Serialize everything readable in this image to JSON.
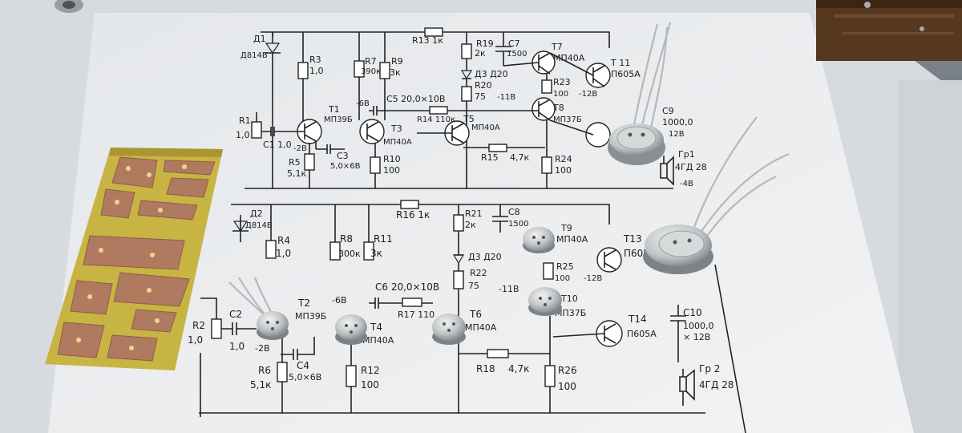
{
  "photo": {
    "description_colors": {
      "desk": "#6f757c",
      "paper": "#eceef0",
      "pcb_substrate": "#c9b640",
      "copper": "#b47a5e",
      "transistor_metal": "#c9ccce",
      "wood_block": "#5a3a22"
    }
  },
  "schematic": {
    "top": {
      "diode": [
        "Д1",
        "Д814В"
      ],
      "r3": [
        "R3",
        "1,0"
      ],
      "r7": [
        "R7",
        "390к"
      ],
      "r9": [
        "R9",
        "3к"
      ],
      "r13": [
        "R13 1к"
      ],
      "r19": [
        "R19",
        "2к"
      ],
      "c7": [
        "C7",
        "1500"
      ],
      "t7": [
        "T7",
        "МП40А"
      ],
      "t11": [
        "T 11",
        "П605А"
      ],
      "d3": "Д3 Д20",
      "r20": [
        "R20",
        "75"
      ],
      "v_neg11": "-11В",
      "r23": [
        "R23",
        "100"
      ],
      "v_neg12": "-12В",
      "t1": [
        "T1",
        "МП39Б"
      ],
      "v_neg6": "-6В",
      "c5": "С5 20,0×10В",
      "t8": [
        "T8",
        "МП37Б"
      ],
      "c9": [
        "C9",
        "1000,0",
        "12В"
      ],
      "r1": [
        "R1",
        "1,0"
      ],
      "c1": "C1 1,0",
      "v_neg2": "-2В",
      "t3": [
        "T3",
        "МП40А"
      ],
      "r14": "R14 110к",
      "t5": [
        "T5",
        "МП40А"
      ],
      "c3": [
        "C3",
        "5,0×6В"
      ],
      "r5": [
        "R5",
        "5,1к"
      ],
      "r10": [
        "R10",
        "100"
      ],
      "r15": "R15",
      "r15v": "4,7к",
      "r24": [
        "R24",
        "100"
      ],
      "gr1": [
        "Гр1",
        "4ГД 28"
      ],
      "v_neg4": "-4В"
    },
    "bottom": {
      "diode": [
        "Д2",
        "Д814В"
      ],
      "r4": [
        "R4",
        "1,0"
      ],
      "r8": [
        "R8",
        "300к"
      ],
      "r11": [
        "R11",
        "3к"
      ],
      "r16": "R16 1к",
      "r21": [
        "R21",
        "2к"
      ],
      "c8": [
        "C8",
        "1500"
      ],
      "t9": [
        "T9",
        "МП40А"
      ],
      "t13": [
        "T13",
        "П605"
      ],
      "d3": "Д3 Д20",
      "r22": [
        "R22",
        "75"
      ],
      "v_neg11": "-11В",
      "r25": [
        "R25",
        "100",
        "-12В"
      ],
      "t2": [
        "T2",
        "МП39Б"
      ],
      "v_neg6": "-6В",
      "c6": "C6 20,0×10В",
      "t10": [
        "T10",
        "МП37Б"
      ],
      "r2": [
        "R2",
        "1,0"
      ],
      "c2": [
        "C2",
        "1,0"
      ],
      "v_neg2": "-2В",
      "t4": [
        "T4",
        "МП40А"
      ],
      "r17": "R17 110",
      "t6": [
        "T6",
        "МП40А"
      ],
      "t14": [
        "T14",
        "П605А"
      ],
      "c10": [
        "C10",
        "1000,0",
        "× 12В"
      ],
      "c4": [
        "C4",
        "5,0×6В"
      ],
      "r6": [
        "R6",
        "5,1к"
      ],
      "r12": [
        "R12",
        "100"
      ],
      "r18": [
        "R18",
        "4,7к"
      ],
      "r26": [
        "R26",
        "100"
      ],
      "gr2": [
        "Гр 2",
        "4ГД 28"
      ]
    }
  }
}
